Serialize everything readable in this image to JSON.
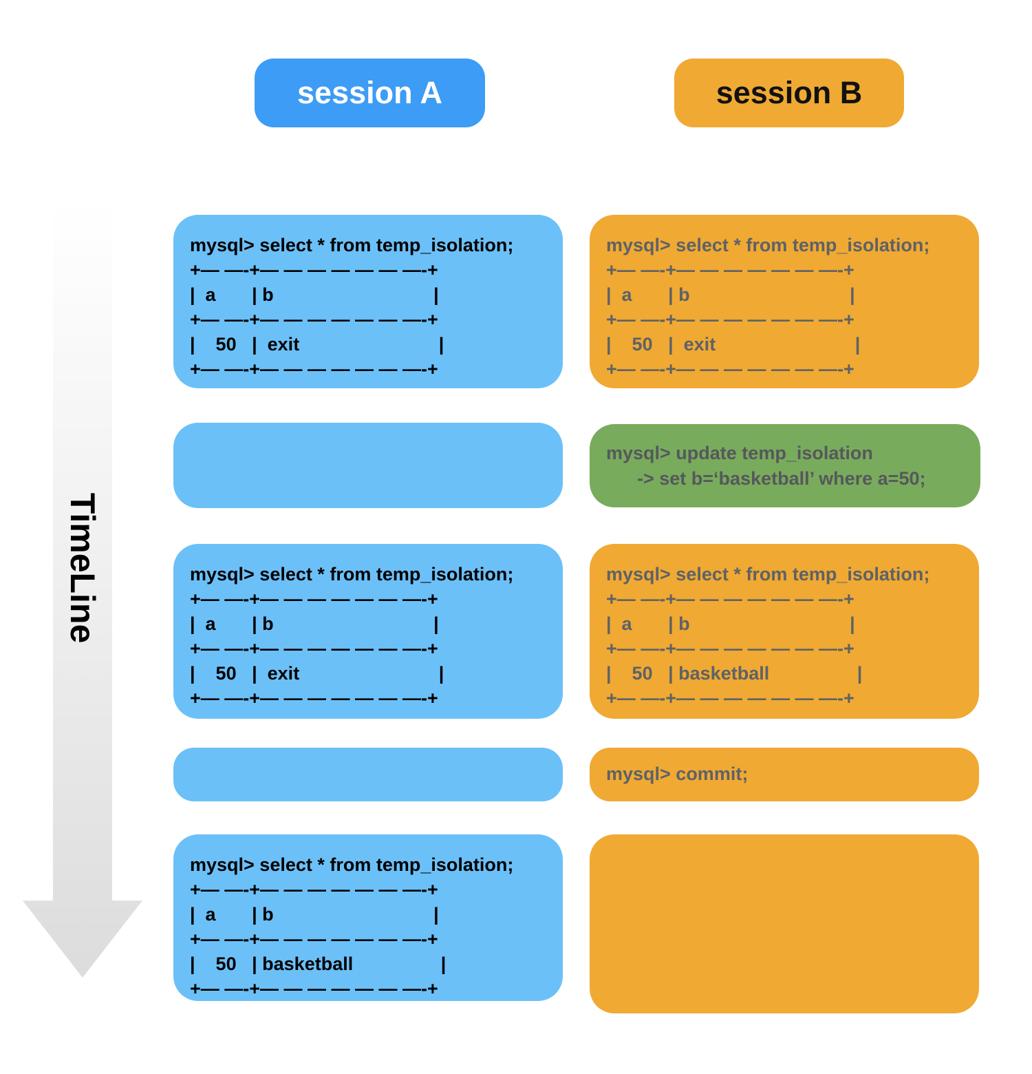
{
  "headers": {
    "session_a": "session A",
    "session_b": "session B"
  },
  "timeline": {
    "label": "TimeLine"
  },
  "colors": {
    "header_blue": "#3d9cf5",
    "box_blue": "#6cc0f8",
    "box_orange": "#f0a933",
    "box_green": "#79ab5c",
    "gray_text": "#5e6266",
    "arrow_gray": "#dcdcdc"
  },
  "boxes": {
    "r1a": {
      "text": "mysql> select * from temp_isolation;\n+— —-+— — — — — — —-+\n|  a       | b                               |\n+— —-+— — — — — — —-+\n|    50   |  exit                           |\n+— —-+— — — — — — —-+"
    },
    "r1b": {
      "text": "mysql> select * from temp_isolation;\n+— —-+— — — — — — —-+\n|  a       | b                               |\n+— —-+— — — — — — —-+\n|    50   |  exit                           |\n+— —-+— — — — — — —-+"
    },
    "r2a": {
      "text": ""
    },
    "r2b": {
      "text": "mysql> update temp_isolation\n      -> set b=‘basketball’ where a=50;"
    },
    "r3a": {
      "text": "mysql> select * from temp_isolation;\n+— —-+— — — — — — —-+\n|  a       | b                               |\n+— —-+— — — — — — —-+\n|    50   |  exit                           |\n+— —-+— — — — — — —-+"
    },
    "r3b": {
      "text": "mysql> select * from temp_isolation;\n+— —-+— — — — — — —-+\n|  a       | b                               |\n+— —-+— — — — — — —-+\n|    50   | basketball                 |\n+— —-+— — — — — — —-+"
    },
    "r4a": {
      "text": ""
    },
    "r4b": {
      "text": "mysql> commit;"
    },
    "r5a": {
      "text": "mysql> select * from temp_isolation;\n+— —-+— — — — — — —-+\n|  a       | b                               |\n+— —-+— — — — — — —-+\n|    50   | basketball                 |\n+— —-+— — — — — — —-+"
    },
    "r5b": {
      "text": ""
    }
  }
}
